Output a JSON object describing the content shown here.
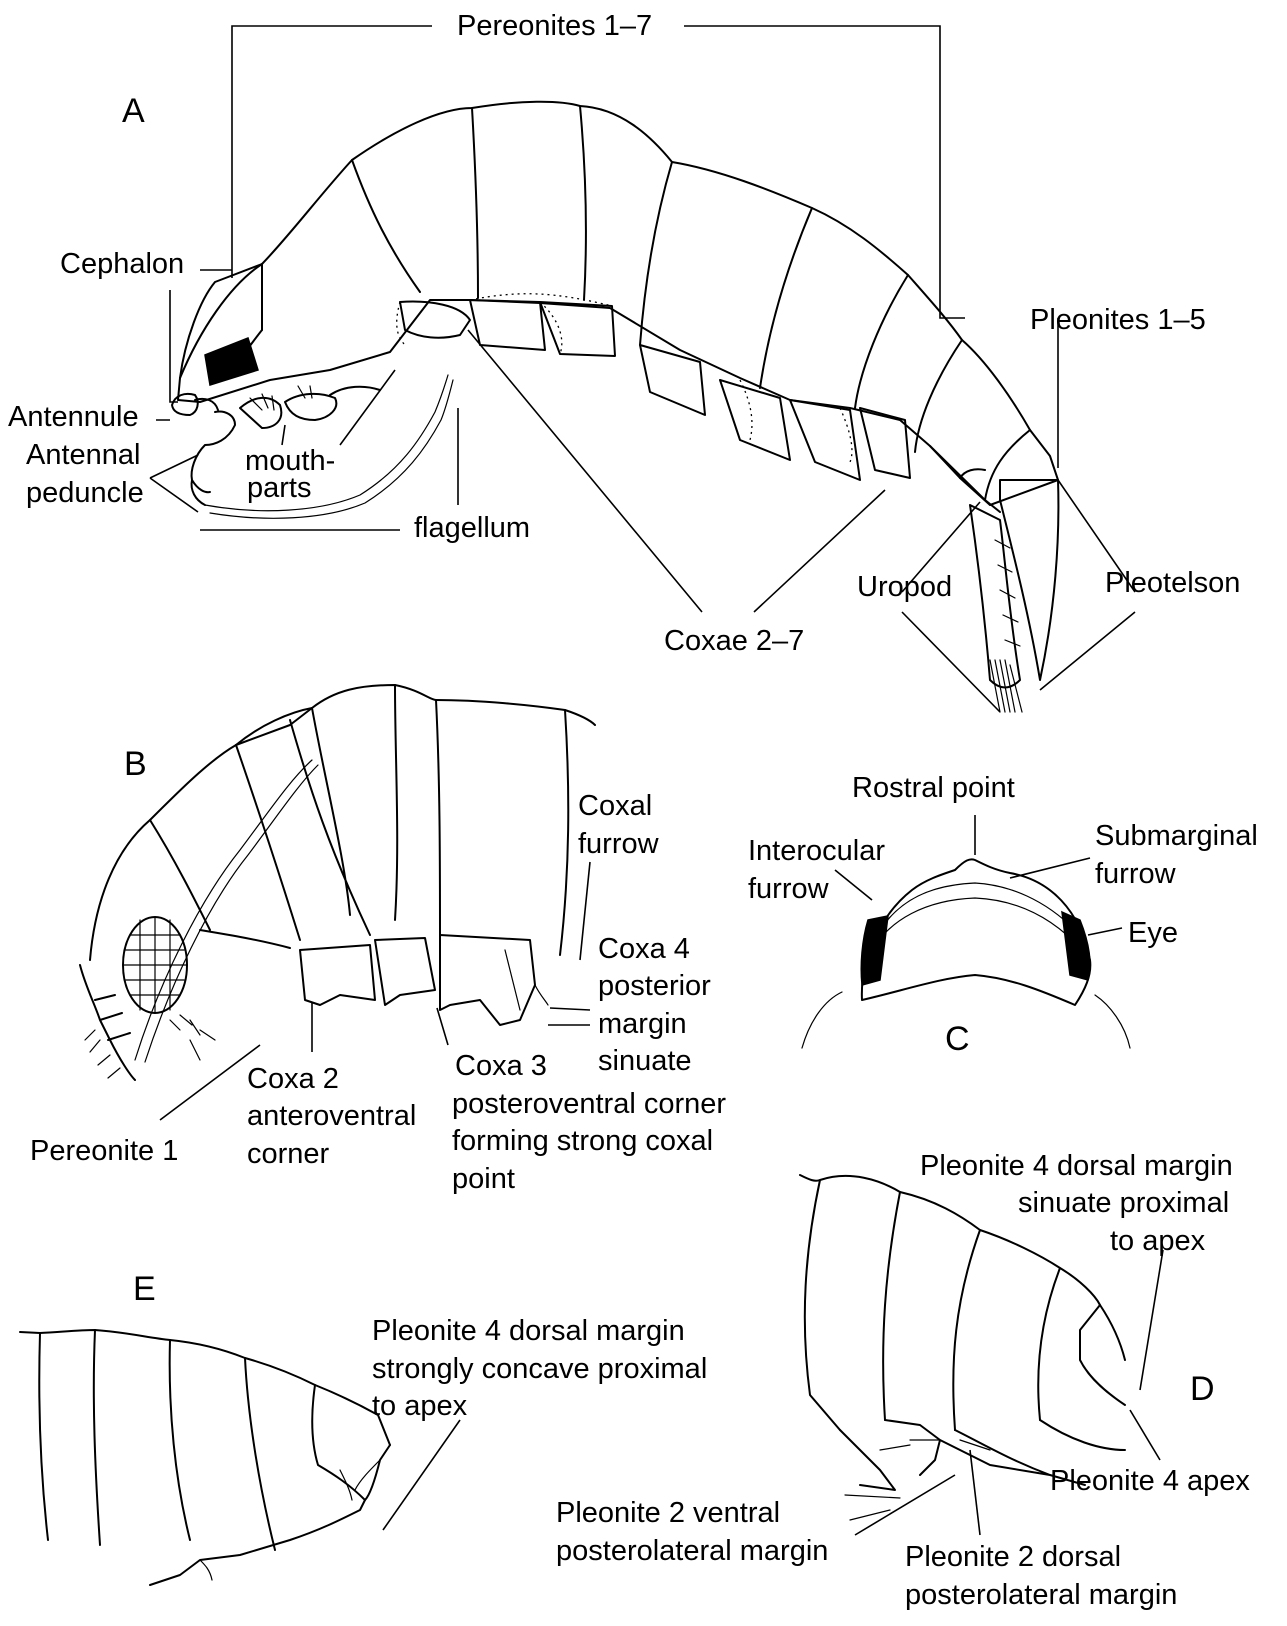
{
  "panels": {
    "a": "A",
    "b": "B",
    "c": "C",
    "d": "D",
    "e": "E"
  },
  "panel_a": {
    "pereonites": "Pereonites 1–7",
    "cephalon": "Cephalon",
    "pleonites": "Pleonites 1–5",
    "antennule": "Antennule",
    "antennal_peduncle_1": "Antennal",
    "antennal_peduncle_2": "peduncle",
    "mouthparts_1": "mouth-",
    "mouthparts_2": "parts",
    "flagellum": "flagellum",
    "uropod": "Uropod",
    "pleotelson": "Pleotelson",
    "coxae": "Coxae 2–7"
  },
  "panel_b": {
    "coxal_furrow_1": "Coxal",
    "coxal_furrow_2": "furrow",
    "coxa4_1": "Coxa 4",
    "coxa4_2": "posterior",
    "coxa4_3": "margin",
    "coxa4_4": "sinuate",
    "coxa3_1": "Coxa 3",
    "coxa3_2": "posteroventral corner",
    "coxa3_3": "forming strong coxal",
    "coxa3_4": "point",
    "coxa2_1": "Coxa 2",
    "coxa2_2": "anteroventral",
    "coxa2_3": "corner",
    "pereonite1": "Pereonite 1"
  },
  "panel_c": {
    "rostral_point": "Rostral point",
    "interocular_1": "Interocular",
    "interocular_2": "furrow",
    "submarginal_1": "Submarginal",
    "submarginal_2": "furrow",
    "eye": "Eye"
  },
  "panel_d": {
    "p4_dorsal_1": "Pleonite 4 dorsal margin",
    "p4_dorsal_2": "sinuate proximal",
    "p4_dorsal_3": "to apex",
    "p2_ventral_1": "Pleonite 2 ventral",
    "p2_ventral_2": "posterolateral margin",
    "p4_apex": "Pleonite 4 apex",
    "p2_dorsal_1": "Pleonite 2 dorsal",
    "p2_dorsal_2": "posterolateral margin"
  },
  "panel_e": {
    "p4_dorsal_1": "Pleonite 4 dorsal margin",
    "p4_dorsal_2": "strongly concave proximal",
    "p4_dorsal_3": "to apex"
  }
}
